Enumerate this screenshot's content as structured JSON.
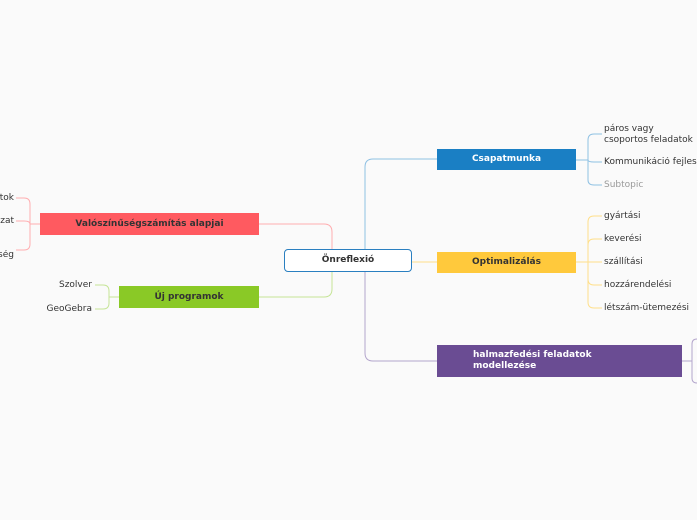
{
  "central": {
    "label": "Önreflexió"
  },
  "topics": {
    "csapatmunka": {
      "label": "Csapatmunka",
      "color": "#1a7fc4",
      "items": [
        "páros vagy\ncsoportos feladatok",
        "Kommunikáció fejlesztése",
        "Subtopic"
      ]
    },
    "optimalizalas": {
      "label": "Optimalizálás",
      "color": "#ffc93c",
      "items": [
        "gyártási",
        "keverési",
        "szállítási",
        "hozzárendelési",
        "létszám-ütemezési"
      ]
    },
    "halmazfedesi": {
      "label": "halmazfedési feladatok\nmodellezése",
      "color": "#6a4c93"
    },
    "valoszinuseg": {
      "label": "Valószínűségszámítás alapjai",
      "color": "#ff5a60",
      "items": [
        "tok",
        "zat",
        "ség"
      ]
    },
    "uj_programok": {
      "label": "Új programok",
      "color": "#8ac926",
      "items": [
        "Szolver",
        "GeoGebra"
      ]
    }
  }
}
